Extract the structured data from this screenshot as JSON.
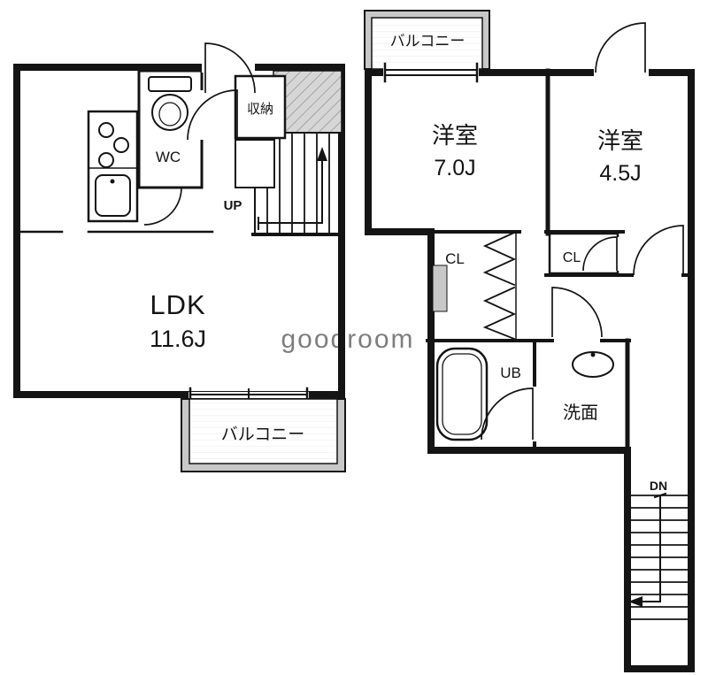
{
  "floorplan": {
    "floor1": {
      "ldk": "LDK",
      "ldk_size": "11.6J",
      "wc": "WC",
      "storage": "収納",
      "up": "UP",
      "balcony": "バルコニー"
    },
    "floor2": {
      "room_a": "洋室",
      "room_a_size": "7.0J",
      "room_b": "洋室",
      "room_b_size": "4.5J",
      "closet_a": "CL",
      "closet_b": "CL",
      "bath": "UB",
      "washroom": "洗面",
      "dn": "DN",
      "balcony": "バルコニー"
    },
    "watermark": "goodroom",
    "colors": {
      "wall": "#141414",
      "balcony_fill": "#c8c8c8",
      "hatch_fill": "#d6d6d6"
    }
  }
}
